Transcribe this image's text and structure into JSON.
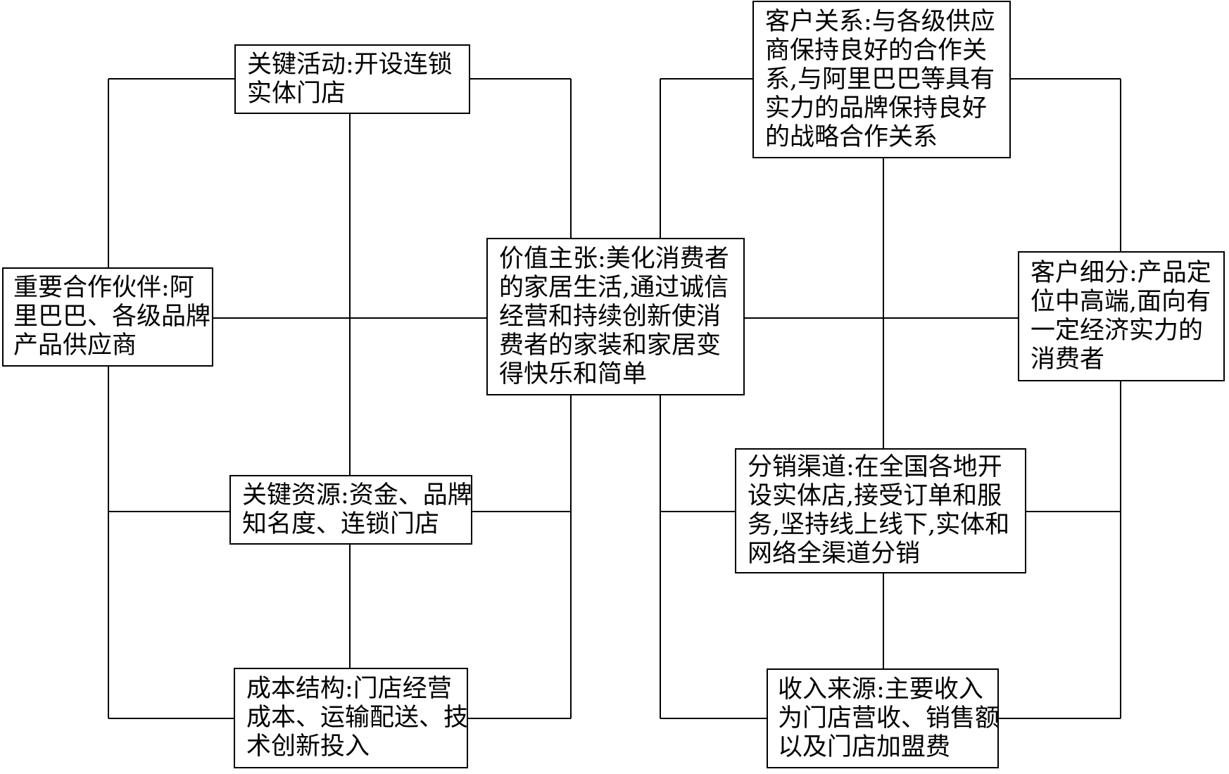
{
  "boxes": {
    "key_activities": {
      "lines": [
        "关键活动:开设连锁",
        "实体门店"
      ]
    },
    "key_partners": {
      "lines": [
        "重要合作伙伴:阿",
        "里巴巴、各级品牌",
        "产品供应商"
      ]
    },
    "key_resources": {
      "lines": [
        "关键资源:资金、品牌",
        "知名度、连锁门店"
      ]
    },
    "cost_structure": {
      "lines": [
        "成本结构:门店经营",
        "成本、运输配送、技",
        "术创新投入"
      ]
    },
    "value_proposition": {
      "lines": [
        "价值主张:美化消费者",
        "的家居生活,通过诚信",
        "经营和持续创新使消",
        "费者的家装和家居变",
        "得快乐和简单"
      ]
    },
    "customer_relationships": {
      "lines": [
        "客户关系:与各级供应",
        "商保持良好的合作关",
        "系,与阿里巴巴等具有",
        "实力的品牌保持良好",
        "的战略合作关系"
      ]
    },
    "customer_segments": {
      "lines": [
        "客户细分:产品定",
        "位中高端,面向有",
        "一定经济实力的",
        "消费者"
      ]
    },
    "channels": {
      "lines": [
        "分销渠道:在全国各地开",
        "设实体店,接受订单和服",
        "务,坚持线上线下,实体和",
        "网络全渠道分销"
      ]
    },
    "revenue_streams": {
      "lines": [
        "收入来源:主要收入",
        "为门店营收、销售额",
        "以及门店加盟费"
      ]
    }
  },
  "colors": {
    "line": "#000000",
    "background": "#ffffff",
    "text": "#000000"
  }
}
